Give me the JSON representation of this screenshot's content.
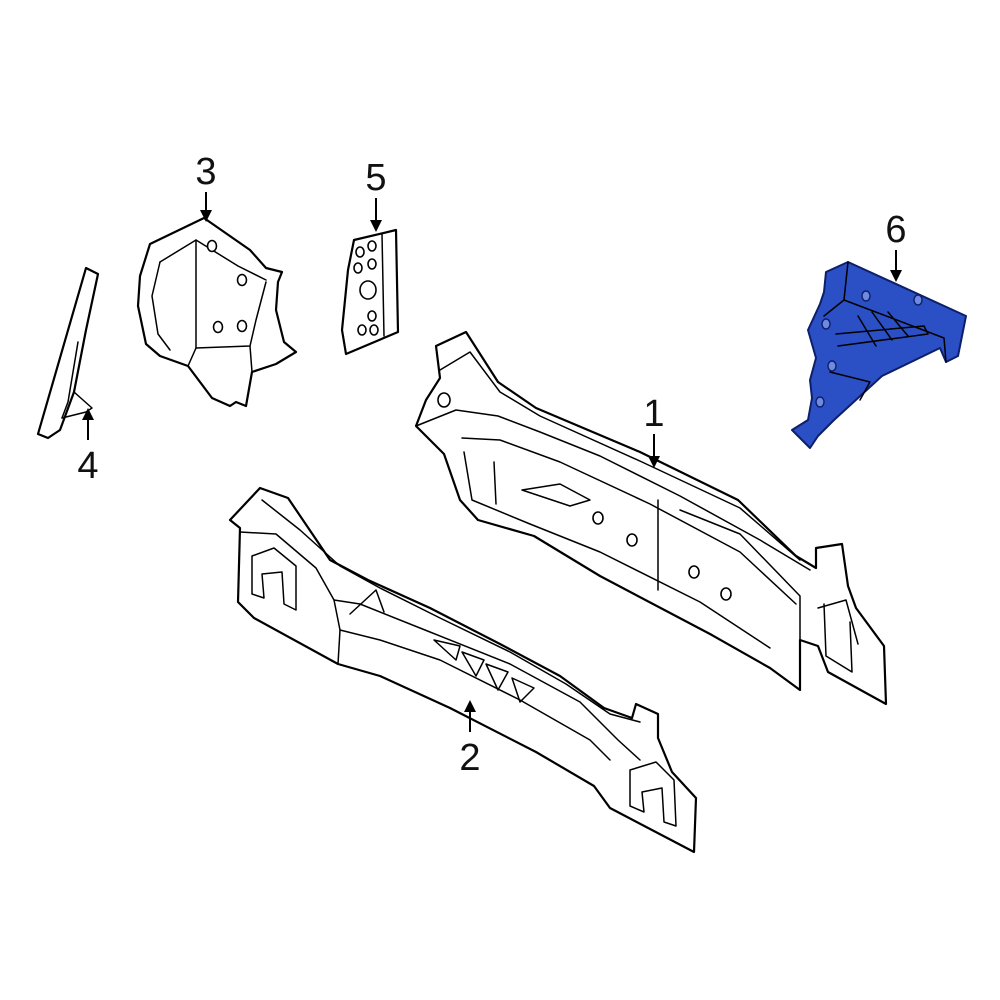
{
  "callouts": [
    {
      "id": "1",
      "label": "1"
    },
    {
      "id": "2",
      "label": "2"
    },
    {
      "id": "3",
      "label": "3"
    },
    {
      "id": "4",
      "label": "4"
    },
    {
      "id": "5",
      "label": "5"
    },
    {
      "id": "6",
      "label": "6"
    }
  ],
  "highlight": {
    "part": "6",
    "fill_color": "#2b4fc4",
    "stroke_color": "#0d1f6b"
  }
}
